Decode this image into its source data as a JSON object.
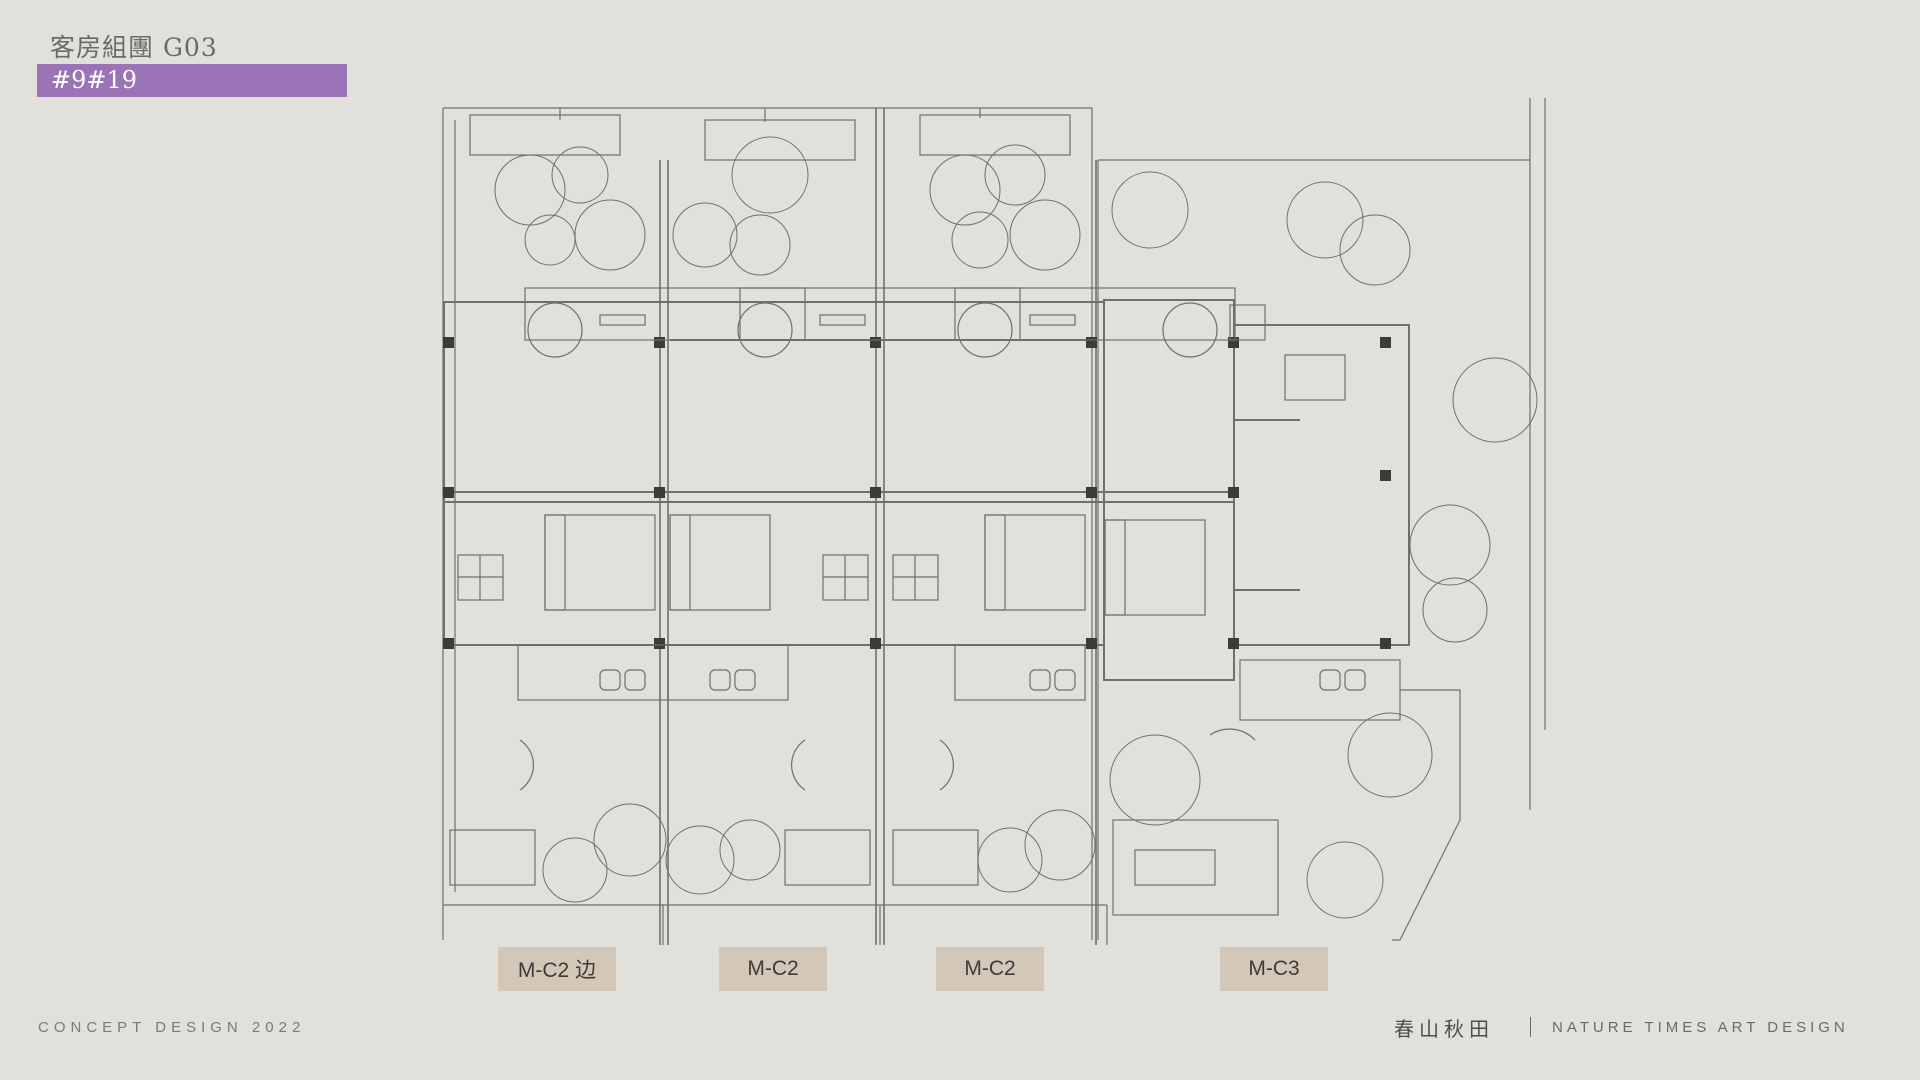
{
  "header": {
    "title": "客房組團 G03",
    "badge": "#9#19"
  },
  "units": [
    {
      "label": "M-C2 边"
    },
    {
      "label": "M-C2"
    },
    {
      "label": "M-C2"
    },
    {
      "label": "M-C3"
    }
  ],
  "footer": {
    "left": "CONCEPT DESIGN 2022",
    "brand": "春山秋田",
    "right": "NATURE TIMES ART DESIGN"
  },
  "colors": {
    "background": "#e2e0da",
    "accent": "#9b73b7",
    "label_bg": "#d3c8b7",
    "line": "#6f6f6c"
  }
}
